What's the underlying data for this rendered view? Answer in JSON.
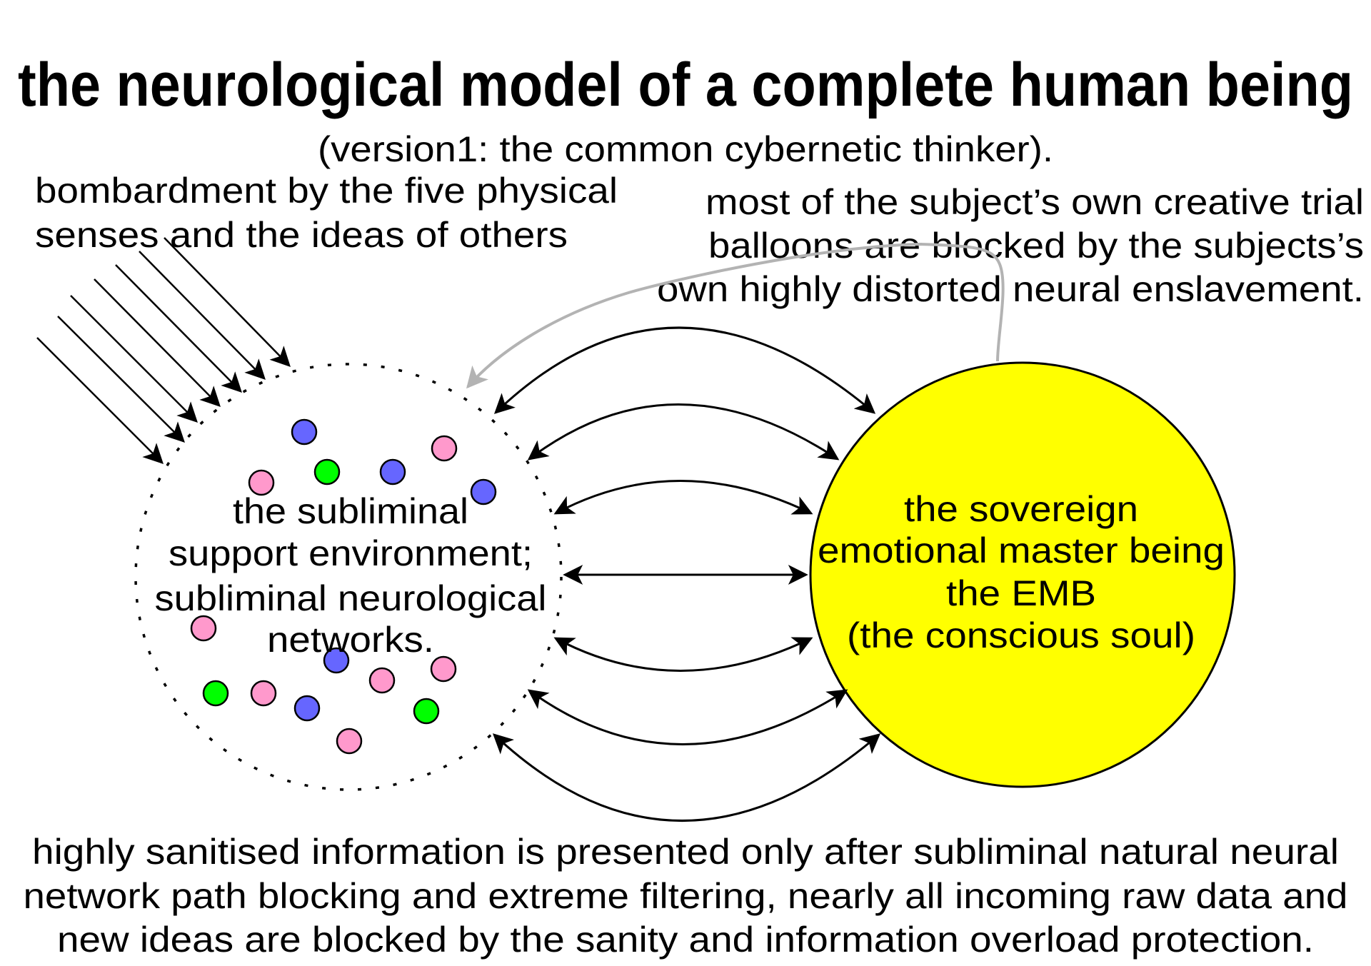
{
  "title": "the neurological model of a complete human being",
  "subtitle": "(version1: the common cybernetic thinker).",
  "bombardment_label": {
    "lines": [
      "bombardment by the five physical",
      "senses and the ideas of others"
    ]
  },
  "trial_balloons_label": {
    "lines": [
      "most of the subject’s own creative trial",
      "balloons are blocked by the subjects’s",
      "own highly distorted neural enslavement."
    ]
  },
  "subliminal_node": {
    "label_lines": [
      "the subliminal",
      "support environment;",
      "subliminal neurological",
      "networks."
    ],
    "border_style": "dotted",
    "neurons": [
      {
        "color": "blue"
      },
      {
        "color": "pink"
      },
      {
        "color": "green"
      },
      {
        "color": "blue"
      },
      {
        "color": "pink"
      },
      {
        "color": "blue"
      },
      {
        "color": "pink"
      },
      {
        "color": "blue"
      },
      {
        "color": "pink"
      },
      {
        "color": "pink"
      },
      {
        "color": "green"
      },
      {
        "color": "pink"
      },
      {
        "color": "blue"
      },
      {
        "color": "green"
      },
      {
        "color": "pink"
      }
    ]
  },
  "emb_node": {
    "label_lines": [
      "the sovereign",
      "emotional master being",
      "the EMB",
      "(the conscious soul)"
    ],
    "fill": "#FFFF00"
  },
  "connections": {
    "bombardment_arrow_count": 7,
    "bidirectional_arrow_count": 7,
    "feedback_arrow": {
      "from": "emb_node",
      "to": "subliminal_node",
      "color": "#B3B3B3"
    }
  },
  "caption": {
    "lines": [
      "highly sanitised information is presented only after subliminal natural neural",
      "network path blocking and extreme filtering, nearly all incoming raw data and",
      "new ideas are blocked by the sanity and information overload protection."
    ]
  },
  "colors": {
    "neuron_blue": "#6666FF",
    "neuron_pink": "#FF99CC",
    "neuron_green": "#00FF00",
    "emb_fill": "#FFFF00",
    "feedback_arrow": "#B3B3B3",
    "ink": "#000000"
  }
}
